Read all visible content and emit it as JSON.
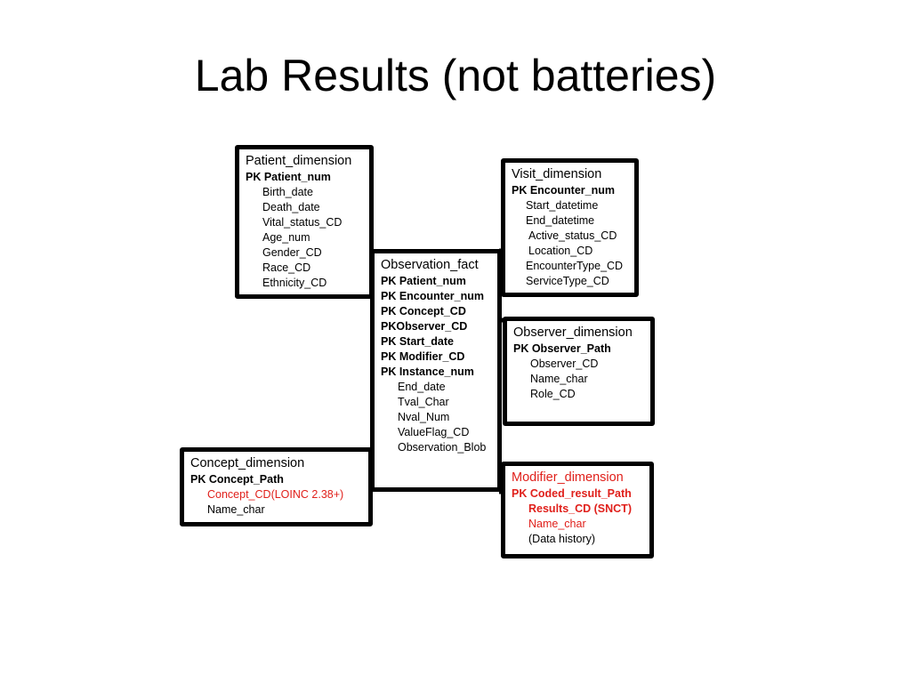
{
  "title": "Lab Results (not batteries)",
  "colors": {
    "highlight": "#e0201b",
    "border": "#000000"
  },
  "patient": {
    "name": "Patient_dimension",
    "pk": [
      "PK Patient_num"
    ],
    "attrs": [
      "Birth_date",
      "Death_date",
      "Vital_status_CD",
      "Age_num",
      "Gender_CD",
      "Race_CD",
      "Ethnicity_CD"
    ]
  },
  "visit": {
    "name": "Visit_dimension",
    "pk": [
      "PK Encounter_num"
    ],
    "attrs": [
      "Start_datetime",
      "End_datetime",
      "Active_status_CD",
      "Location_CD",
      "EncounterType_CD",
      "ServiceType_CD"
    ]
  },
  "fact": {
    "name": "Observation_fact",
    "pk": [
      "PK Patient_num",
      "PK Encounter_num",
      "PK Concept_CD",
      "PKObserver_CD",
      "PK Start_date",
      "PK Modifier_CD",
      "PK Instance_num"
    ],
    "attrs": [
      "End_date",
      "Tval_Char",
      "Nval_Num",
      "ValueFlag_CD",
      "Observation_Blob"
    ]
  },
  "observer": {
    "name": "Observer_dimension",
    "pk": [
      "PK Observer_Path"
    ],
    "attrs": [
      "Observer_CD",
      "Name_char",
      "Role_CD"
    ]
  },
  "concept": {
    "name": "Concept_dimension",
    "pk": [
      "PK Concept_Path"
    ],
    "attrs": [
      "Concept_CD(LOINC 2.38+)",
      "Name_char"
    ]
  },
  "modifier": {
    "name": "Modifier_dimension",
    "pk": [
      "PK Coded_result_Path"
    ],
    "attrs": [
      "Results_CD (SNCT)",
      "Name_char",
      "(Data history)"
    ]
  }
}
